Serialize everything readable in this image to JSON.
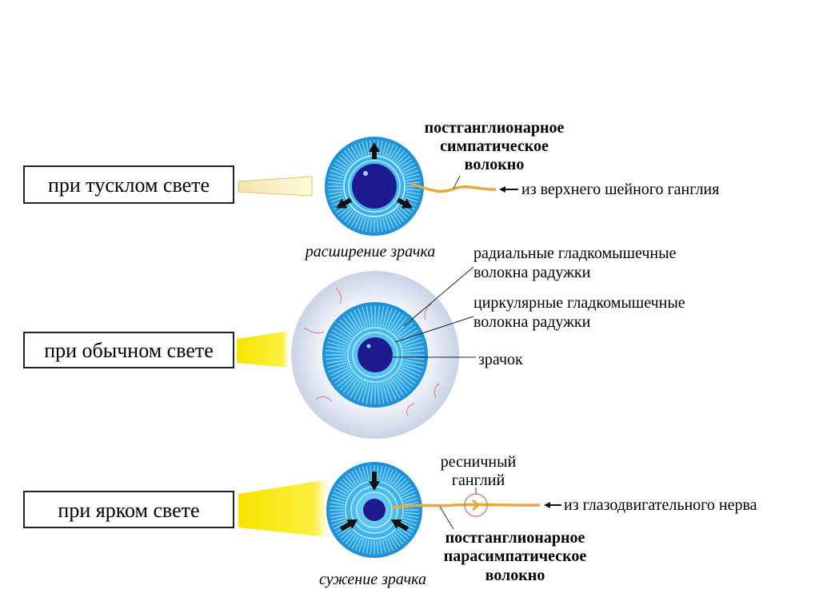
{
  "conditions": {
    "dim": "при тусклом свете",
    "normal": "при обычном свете",
    "bright": "при ярком свете"
  },
  "top": {
    "fiber_label": [
      "постганглионарное",
      "симпатическое",
      "волокно"
    ],
    "source": "из верхнего шейного ганглия",
    "caption": "расширение зрачка"
  },
  "middle": {
    "radial": [
      "радиальные гладкомышечные",
      "волокна радужки"
    ],
    "circular": [
      "циркулярные гладкомышечные",
      "волокна радужки"
    ],
    "pupil": "зрачок"
  },
  "bottom": {
    "ganglion": [
      "ресничный",
      "ганглий"
    ],
    "source": "из глазодвигательного нерва",
    "fiber_label": [
      "постганглионарное",
      "парасимпатическое",
      "волокно"
    ],
    "caption": "сужение зрачка"
  },
  "colors": {
    "iris": "#2aa8e8",
    "pupil": "#1c1a8c",
    "nerve": "#e8a93a",
    "beam": "#f7e600"
  }
}
